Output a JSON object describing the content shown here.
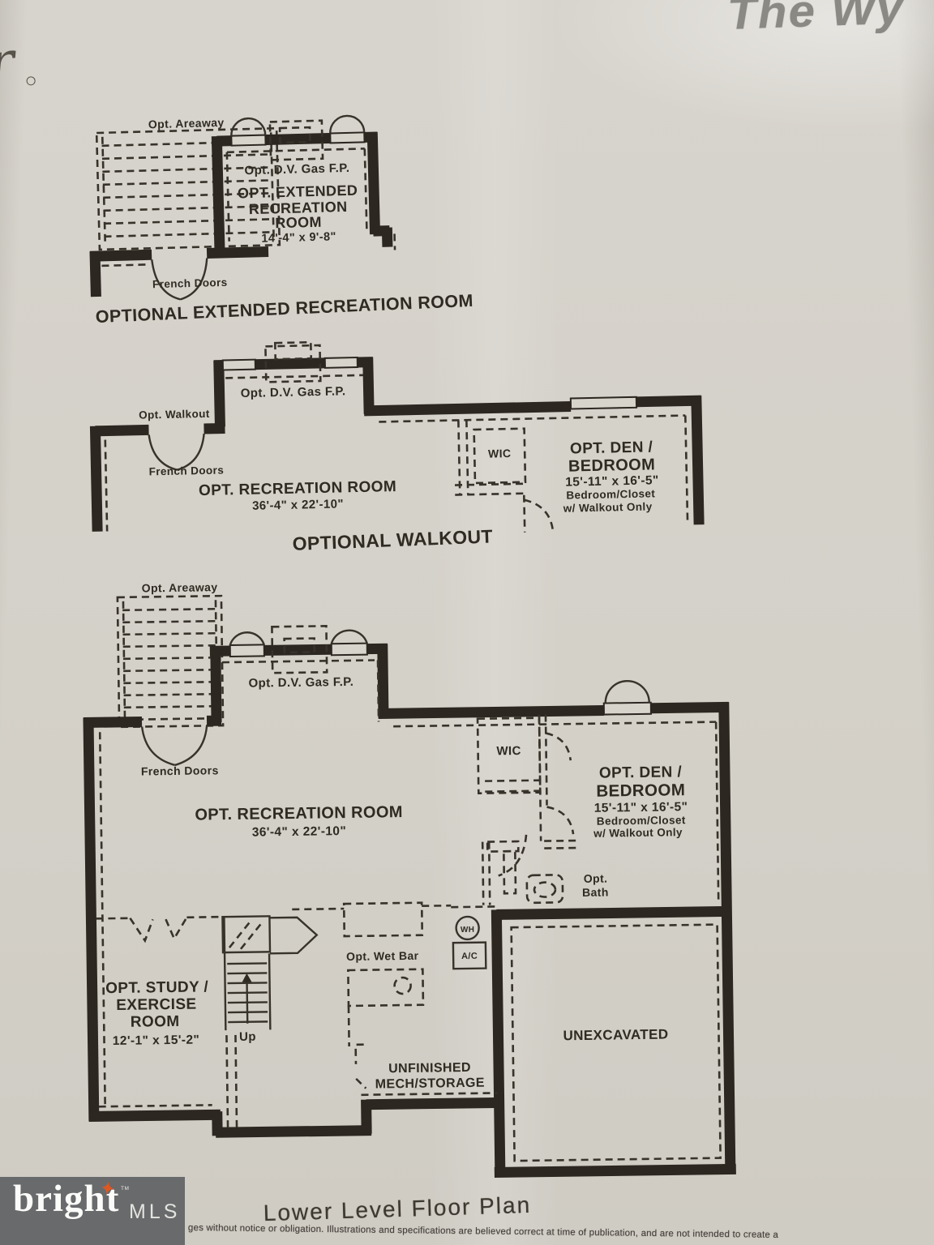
{
  "header": {
    "model_name": "The Wy",
    "corner_glyph": "r"
  },
  "plan_extended": {
    "areaway": "Opt. Areaway",
    "gas_fp": "Opt. D.V. Gas F.P.",
    "name1": "OPT. EXTENDED",
    "name2": "RECREATION",
    "name3": "ROOM",
    "dims": "14'-4\" x 9'-8\"",
    "french_doors": "French Doors",
    "caption": "OPTIONAL EXTENDED RECREATION ROOM"
  },
  "plan_walkout": {
    "walkout": "Opt. Walkout",
    "french_doors": "French Doors",
    "gas_fp": "Opt. D.V. Gas F.P.",
    "rec_name": "OPT. RECREATION ROOM",
    "rec_dims": "36'-4\" x 22'-10\"",
    "wic": "WIC",
    "den1": "OPT. DEN /",
    "den2": "BEDROOM",
    "den_dims": "15'-11\" x 16'-5\"",
    "den_note1": "Bedroom/Closet",
    "den_note2": "w/ Walkout Only",
    "caption": "OPTIONAL WALKOUT"
  },
  "plan_lower": {
    "areaway": "Opt. Areaway",
    "french_doors": "French Doors",
    "gas_fp": "Opt. D.V. Gas F.P.",
    "rec_name": "OPT. RECREATION ROOM",
    "rec_dims": "36'-4\" x 22'-10\"",
    "wic": "WIC",
    "den1": "OPT. DEN /",
    "den2": "BEDROOM",
    "den_dims": "15'-11\" x 16'-5\"",
    "den_note1": "Bedroom/Closet",
    "den_note2": "w/ Walkout Only",
    "bath1": "Opt.",
    "bath2": "Bath",
    "wh": "WH",
    "ac": "A/C",
    "wet_bar": "Opt. Wet Bar",
    "study1": "OPT. STUDY /",
    "study2": "EXERCISE",
    "study3": "ROOM",
    "study_dims": "12'-1\" x 15'-2\"",
    "up": "Up",
    "mech1": "UNFINISHED",
    "mech2": "MECH/STORAGE",
    "unexcavated": "UNEXCAVATED"
  },
  "footer": {
    "plan_title": "Lower Level Floor Plan",
    "disclaimer": "ges without notice or obligation.  Illustrations and specifications are believed correct at time of publication, and are not intended to create a",
    "logo_brand": "bright",
    "logo_star": "✦",
    "logo_tm": "TM",
    "logo_suffix": "MLS"
  },
  "colors": {
    "paper": "#d5d2ca",
    "ink": "#2f2b23",
    "wall": "#2c2720",
    "logo_bg": "#696a6c",
    "logo_star": "#dd5722",
    "model_name_gray": "#8a8984"
  }
}
